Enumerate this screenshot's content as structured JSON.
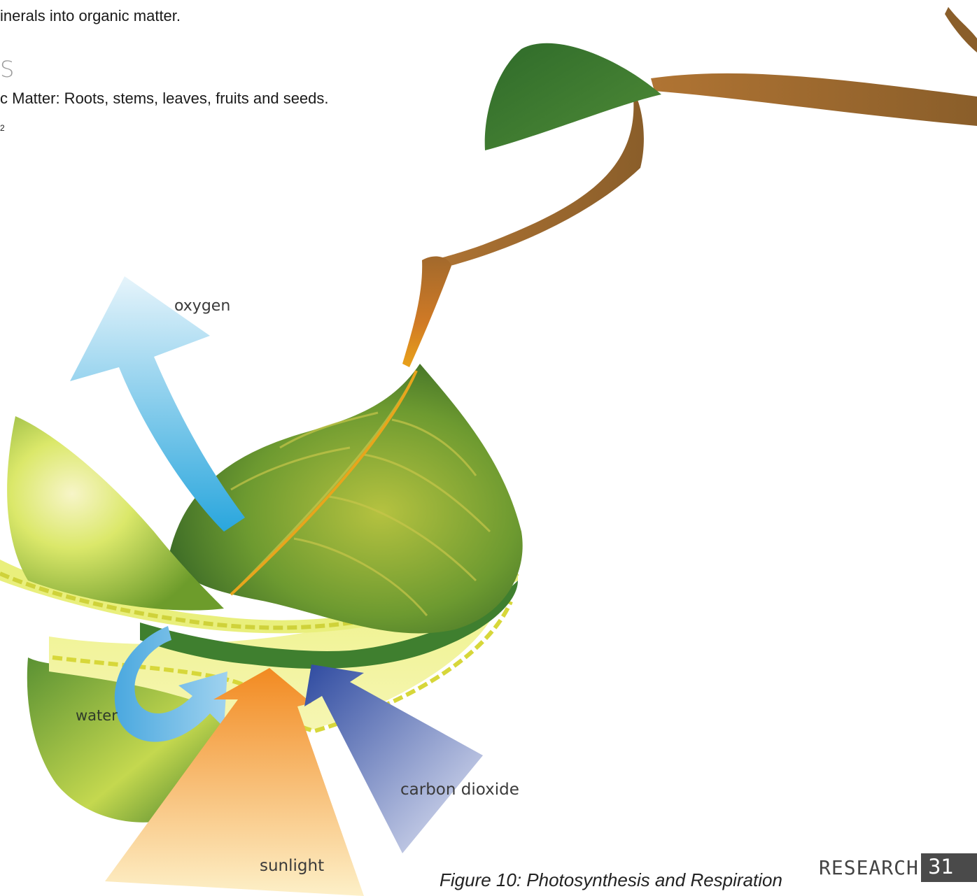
{
  "text": {
    "line1": "inerals into organic matter.",
    "heading_fragment": "S",
    "line2": "c Matter: Roots, stems, leaves, fruits and seeds.",
    "subscript_fragment": "2"
  },
  "figure": {
    "labels": {
      "oxygen": "oxygen",
      "water": "water",
      "carbon_dioxide": "carbon dioxide",
      "sunlight": "sunlight"
    },
    "caption": "Figure 10: Photosynthesis and Respiration"
  },
  "footer": {
    "section": "RESEARCH",
    "page_number": "31"
  },
  "colors": {
    "leaf_dark": "#2f6b2a",
    "leaf_mid": "#7ea93a",
    "leaf_light": "#d8e86a",
    "stem": "#9a6a2e",
    "oxygen_arrow": "#4fb6e3",
    "water_arrow": "#58aee0",
    "sunlight_arrow": "#f5a040",
    "co2_arrow": "#3b55a8",
    "page_box": "#4a4a4a"
  }
}
